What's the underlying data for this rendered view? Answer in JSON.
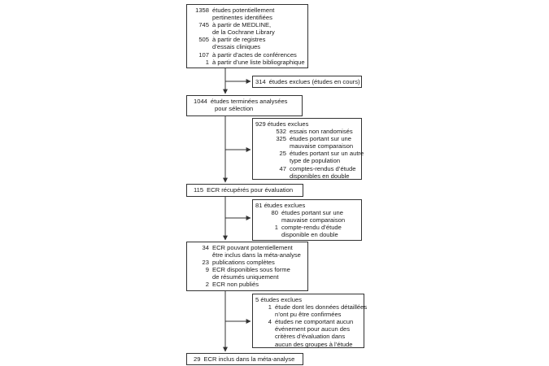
{
  "box_identified": {
    "head_num": "1358",
    "head_text": "études potentiellement",
    "head_cont": "pertinentes identifiées",
    "sources": [
      {
        "num": "745",
        "text": "à partir de MEDLINE,",
        "cont": "de la Cochrane Library"
      },
      {
        "num": "505",
        "text": "à partir de registres",
        "cont": "d’essais cliniques"
      },
      {
        "num": "107",
        "text": "à partir d’actes de conférences",
        "cont": ""
      },
      {
        "num": "1",
        "text": "à partir d’une liste bibliographique",
        "cont": ""
      }
    ]
  },
  "box_excluded_ongoing": {
    "num": "314",
    "text": "études exclues (études en cours)"
  },
  "box_screened": {
    "num": "1044",
    "text": "études terminées analysées",
    "cont": "pour sélection"
  },
  "box_excluded_929": {
    "num": "929",
    "text": "études exclues",
    "reasons": [
      {
        "num": "532",
        "text": "essais non randomisés",
        "cont": ""
      },
      {
        "num": "325",
        "text": "études portant sur une",
        "cont": "mauvaise comparaison"
      },
      {
        "num": "25",
        "text": "études portant sur un autre",
        "cont": "type de population"
      },
      {
        "num": "47",
        "text": "comptes-rendus d’étude",
        "cont": "disponibles en double"
      }
    ]
  },
  "box_retrieved": {
    "num": "115",
    "text": "ECR récupérés pour évaluation"
  },
  "box_excluded_81": {
    "num": "81",
    "text": "études exclues",
    "reasons": [
      {
        "num": "80",
        "text": "études portant sur une",
        "cont": "mauvaise comparaison"
      },
      {
        "num": "1",
        "text": "compte-rendu d’étude",
        "cont": "disponible en double"
      }
    ]
  },
  "box_potential": {
    "num": "34",
    "text": "ECR pouvant potentiellement",
    "cont": "être inclus dans la méta-analyse",
    "items": [
      {
        "num": "23",
        "text": "publications complètes",
        "cont": ""
      },
      {
        "num": "9",
        "text": "ECR disponibles sous forme",
        "cont": "de résumés uniquement"
      },
      {
        "num": "2",
        "text": "ECR non publiés",
        "cont": ""
      }
    ]
  },
  "box_excluded_5": {
    "num": "5",
    "text": "études exclues",
    "reasons": [
      {
        "num": "1",
        "text": "étude dont les données détaillées",
        "cont": [
          "n’ont pu être confirmées"
        ]
      },
      {
        "num": "4",
        "text": "études ne comportant aucun",
        "cont": [
          "événement pour aucun des",
          "critères d’évaluation dans",
          "aucun des groupes à l’étude"
        ]
      }
    ]
  },
  "box_included": {
    "num": "29",
    "text": "ECR inclus dans la méta-analyse"
  },
  "colors": {
    "line": "#333333",
    "text": "#1a1a1a"
  }
}
